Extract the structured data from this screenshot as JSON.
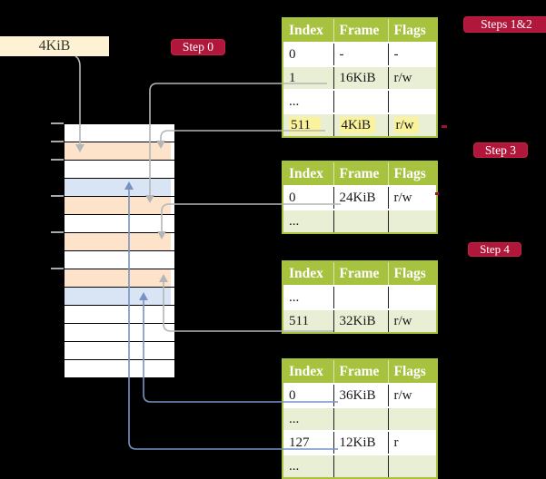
{
  "colors": {
    "background": "#000000",
    "header_green": "#a6c23e",
    "row_green": "#e9efd5",
    "table_border_green": "#a6c23e",
    "cell_divider": "#1f1f1f",
    "row_separator": "#ffffff",
    "text_dark": "#1a1a1a",
    "header_text": "#ffffff",
    "badge_red": "#b0173a",
    "badge_text": "#ffffff",
    "highlight_yellow": "#fbf29c",
    "frame_box_cream": "#fdf2d3",
    "frame_box_text": "#37372c",
    "stack_peach": "#fde3c9",
    "stack_blue": "#d9e5f4",
    "stack_border": "#000000",
    "arrow_gray": "#b3b6b9",
    "arrow_blue": "#7793c5",
    "tick_gray": "#a9a9a9",
    "red_dash": "#9c1433"
  },
  "frame_box": {
    "label": "4KiB"
  },
  "badges": {
    "step0": "Step 0",
    "steps12": "Steps 1&2",
    "step3": "Step 3",
    "step4": "Step 4"
  },
  "memory_stack": {
    "rows": [
      {
        "fill": "white"
      },
      {
        "fill": "peach"
      },
      {
        "fill": "white"
      },
      {
        "fill": "blue"
      },
      {
        "fill": "peach"
      },
      {
        "fill": "white"
      },
      {
        "fill": "peach"
      },
      {
        "fill": "white"
      },
      {
        "fill": "peach"
      },
      {
        "fill": "blue"
      },
      {
        "fill": "white"
      },
      {
        "fill": "white"
      },
      {
        "fill": "white"
      },
      {
        "fill": "white"
      }
    ]
  },
  "tables": [
    {
      "headers": [
        "Index",
        "Frame",
        "Flags"
      ],
      "rows": [
        {
          "index": "0",
          "frame": "-",
          "flags": "-"
        },
        {
          "index": "1",
          "frame": "16KiB",
          "flags": "r/w"
        },
        {
          "index": "...",
          "frame": "",
          "flags": ""
        },
        {
          "index": "511",
          "frame": "4KiB",
          "flags": "r/w",
          "highlighted": true
        }
      ]
    },
    {
      "headers": [
        "Index",
        "Frame",
        "Flags"
      ],
      "rows": [
        {
          "index": "0",
          "frame": "24KiB",
          "flags": "r/w"
        },
        {
          "index": "...",
          "frame": "",
          "flags": ""
        }
      ]
    },
    {
      "headers": [
        "Index",
        "Frame",
        "Flags"
      ],
      "rows": [
        {
          "index": "...",
          "frame": "",
          "flags": ""
        },
        {
          "index": "511",
          "frame": "32KiB",
          "flags": "r/w"
        }
      ]
    },
    {
      "headers": [
        "Index",
        "Frame",
        "Flags"
      ],
      "rows": [
        {
          "index": "0",
          "frame": "36KiB",
          "flags": "r/w"
        },
        {
          "index": "...",
          "frame": "",
          "flags": ""
        },
        {
          "index": "127",
          "frame": "12KiB",
          "flags": "r"
        },
        {
          "index": "...",
          "frame": "",
          "flags": ""
        }
      ]
    }
  ]
}
